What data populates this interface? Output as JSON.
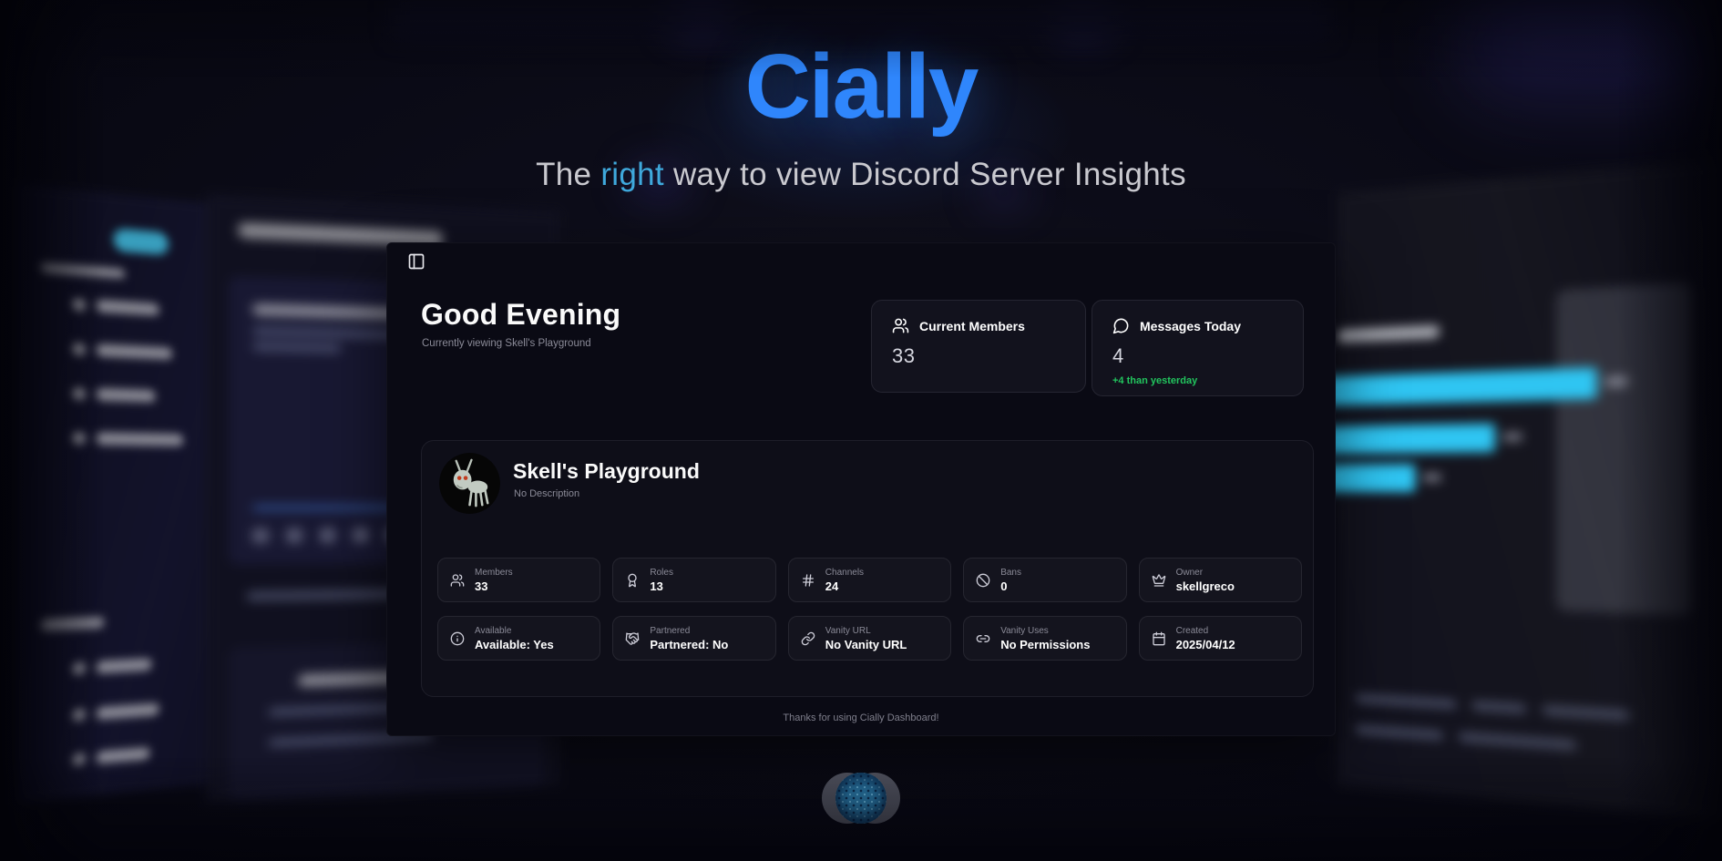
{
  "hero": {
    "title": "Cially",
    "subtitle_prefix": "The ",
    "subtitle_highlight": "right",
    "subtitle_suffix": " way to view Discord Server Insights"
  },
  "colors": {
    "brand_blue": "#2f86fc",
    "highlight_cyan": "#3fa9dc",
    "positive_green": "#22c55e",
    "chart_cyan": "#2fc5f2"
  },
  "dashboard": {
    "greeting": "Good Evening",
    "greeting_sub": "Currently viewing Skell's Playground",
    "stat_cards": [
      {
        "icon": "users-icon",
        "label": "Current Members",
        "value": "33"
      },
      {
        "icon": "message-circle-icon",
        "label": "Messages Today",
        "value": "4",
        "delta": "+4 than yesterday"
      }
    ],
    "server": {
      "name": "Skell's Playground",
      "description": "No Description"
    },
    "info_cells": [
      {
        "icon": "users-icon",
        "label": "Members",
        "value": "33"
      },
      {
        "icon": "award-icon",
        "label": "Roles",
        "value": "13"
      },
      {
        "icon": "hash-icon",
        "label": "Channels",
        "value": "24"
      },
      {
        "icon": "ban-icon",
        "label": "Bans",
        "value": "0"
      },
      {
        "icon": "crown-icon",
        "label": "Owner",
        "value": "skellgreco"
      },
      {
        "icon": "info-icon",
        "label": "Available",
        "value": "Available: Yes"
      },
      {
        "icon": "handshake-icon",
        "label": "Partnered",
        "value": "Partnered: No"
      },
      {
        "icon": "link-icon",
        "label": "Vanity URL",
        "value": "No Vanity URL"
      },
      {
        "icon": "link-2-icon",
        "label": "Vanity Uses",
        "value": "No Permissions"
      },
      {
        "icon": "calendar-icon",
        "label": "Created",
        "value": "2025/04/12"
      }
    ],
    "footer": "Thanks for using Cially Dashboard!"
  }
}
